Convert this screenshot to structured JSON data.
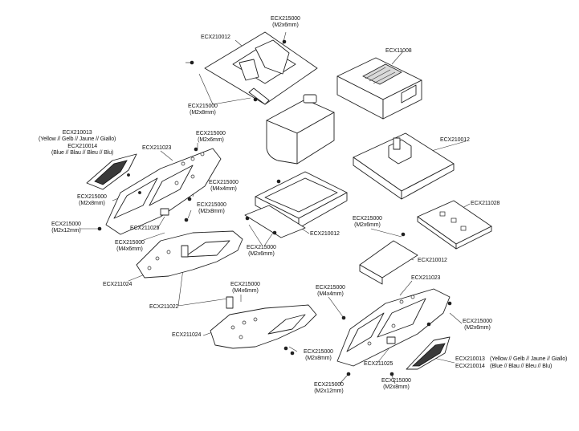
{
  "labels": {
    "ecx215000_top": {
      "code": "ECX215000",
      "size": "(M2x6mm)"
    },
    "ecx210012_top": {
      "code": "ECX210012"
    },
    "ecx215000_tray": {
      "code": "ECX215000",
      "size": "(M2x8mm)"
    },
    "ecx11008": {
      "code": "ECX11008"
    },
    "ecx210013_left": {
      "code": "ECX210013",
      "desc": "(Yellow // Gelb // Jaune // Giallo)"
    },
    "ecx210014_left": {
      "code": "ECX210014",
      "desc": "(Blue // Blau // Bleu // Blu)"
    },
    "ecx211023_left": {
      "code": "ECX211023"
    },
    "ecx215000_m2x6_left": {
      "code": "ECX215000",
      "size": "(M2x6mm)"
    },
    "ecx210012_right": {
      "code": "ECX210012"
    },
    "ecx215000_m4x4_left": {
      "code": "ECX215000",
      "size": "(M4x4mm)"
    },
    "ecx215000_m2x8_left": {
      "code": "ECX215000",
      "size": "(M2x8mm)"
    },
    "ecx215000_m2x8_mid": {
      "code": "ECX215000",
      "size": "(M2x8mm)"
    },
    "ecx211028": {
      "code": "ECX211028"
    },
    "ecx215000_m2x12_left": {
      "code": "ECX215000",
      "size": "(M2x12mm)"
    },
    "ecx211025_left": {
      "code": "ECX211025"
    },
    "ecx215000_m2x6_cover": {
      "code": "ECX215000",
      "size": "(M2x6mm)"
    },
    "ecx210012_tray2": {
      "code": "ECX210012"
    },
    "ecx215000_m4x6_left": {
      "code": "ECX215000",
      "size": "(M4x6mm)"
    },
    "ecx215000_m2x6_tray2": {
      "code": "ECX215000",
      "size": "(M2x6mm)"
    },
    "ecx210012_cover": {
      "code": "ECX210012"
    },
    "ecx211024_left": {
      "code": "ECX211024"
    },
    "ecx211023_right": {
      "code": "ECX211023"
    },
    "ecx211022": {
      "code": "ECX211022"
    },
    "ecx215000_m4x6_mid": {
      "code": "ECX215000",
      "size": "(M4x6mm)"
    },
    "ecx215000_m4x4_right": {
      "code": "ECX215000",
      "size": "(M4x4mm)"
    },
    "ecx211024_mid": {
      "code": "ECX211024"
    },
    "ecx215000_m2x6_right": {
      "code": "ECX215000",
      "size": "(M2x6mm)"
    },
    "ecx215000_m2x8_low": {
      "code": "ECX215000",
      "size": "(M2x8mm)"
    },
    "ecx211025_right": {
      "code": "ECX211025"
    },
    "ecx210013_right": {
      "code": "ECX210013",
      "desc": "(Yellow // Gelb // Jaune // Giallo)"
    },
    "ecx210014_right": {
      "code": "ECX210014",
      "desc": "(Blue // Blau // Bleu // Blu)"
    },
    "ecx215000_m2x12_right": {
      "code": "ECX215000",
      "size": "(M2x12mm)"
    },
    "ecx215000_m2x8_right": {
      "code": "ECX215000",
      "size": "(M2x8mm)"
    }
  }
}
